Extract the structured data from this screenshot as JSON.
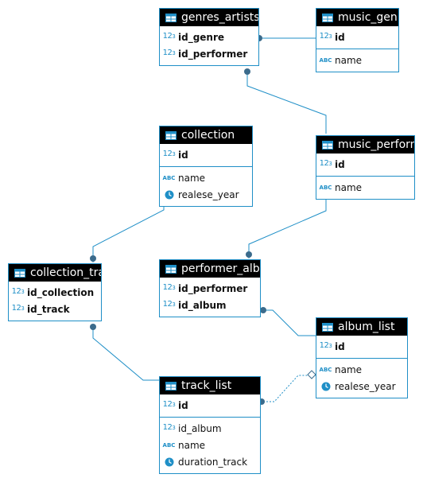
{
  "colors": {
    "header": "#000000",
    "border": "#1f8fc7",
    "link": "#1f8fc7",
    "key_dot": "#3b6b8c"
  },
  "entities": {
    "genres_artists": {
      "title": "genres_artists",
      "keys": [
        {
          "name": "id_genre",
          "icon": "number-icon"
        },
        {
          "name": "id_performer",
          "icon": "number-icon"
        }
      ],
      "cols": []
    },
    "music_genre": {
      "title": "music_genre",
      "keys": [
        {
          "name": "id",
          "icon": "number-icon"
        }
      ],
      "cols": [
        {
          "name": "name",
          "icon": "text-icon"
        }
      ]
    },
    "collection": {
      "title": "collection",
      "keys": [
        {
          "name": "id",
          "icon": "number-icon"
        }
      ],
      "cols": [
        {
          "name": "name",
          "icon": "text-icon"
        },
        {
          "name": "realese_year",
          "icon": "clock-icon"
        }
      ]
    },
    "music_performer": {
      "title": "music_performer",
      "keys": [
        {
          "name": "id",
          "icon": "number-icon"
        }
      ],
      "cols": [
        {
          "name": "name",
          "icon": "text-icon"
        }
      ]
    },
    "collection_track": {
      "title": "collection_track",
      "keys": [
        {
          "name": "id_collection",
          "icon": "number-icon"
        },
        {
          "name": "id_track",
          "icon": "number-icon"
        }
      ],
      "cols": []
    },
    "performer_album": {
      "title": "performer_album",
      "keys": [
        {
          "name": "id_performer",
          "icon": "number-icon"
        },
        {
          "name": "id_album",
          "icon": "number-icon"
        }
      ],
      "cols": []
    },
    "album_list": {
      "title": "album_list",
      "keys": [
        {
          "name": "id",
          "icon": "number-icon"
        }
      ],
      "cols": [
        {
          "name": "name",
          "icon": "text-icon"
        },
        {
          "name": "realese_year",
          "icon": "clock-icon"
        }
      ]
    },
    "track_list": {
      "title": "track_list",
      "keys": [
        {
          "name": "id",
          "icon": "number-icon"
        }
      ],
      "cols": [
        {
          "name": "id_album",
          "icon": "number-icon"
        },
        {
          "name": "name",
          "icon": "text-icon"
        },
        {
          "name": "duration_track",
          "icon": "clock-icon"
        }
      ]
    }
  }
}
